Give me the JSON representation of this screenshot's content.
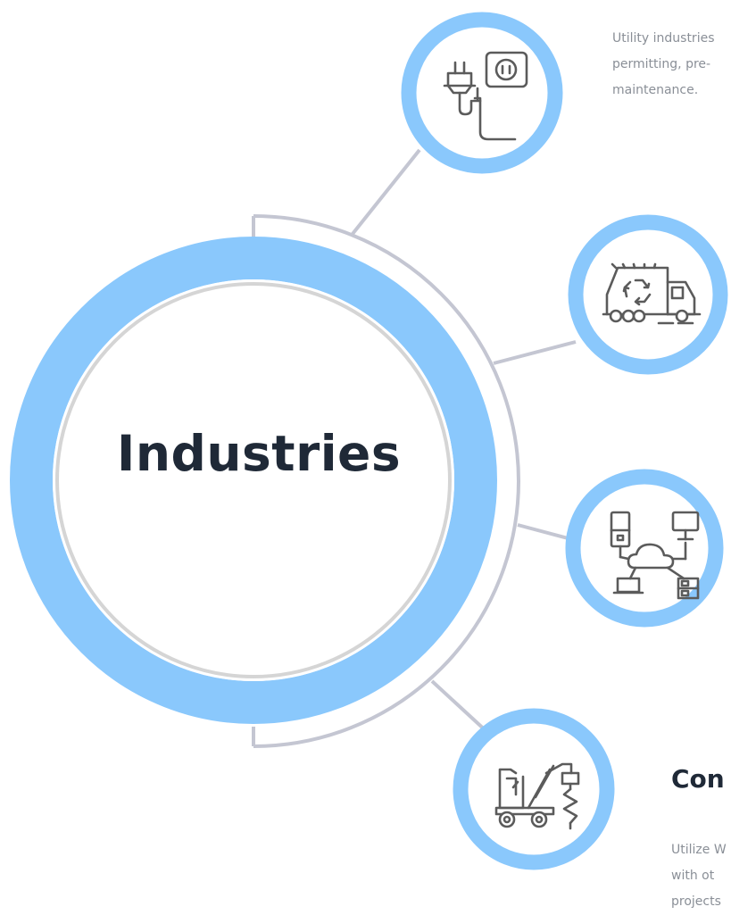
{
  "center": {
    "title": "Industries"
  },
  "nodes": [
    {
      "name": "utilities",
      "icon": "plug-and-socket-icon"
    },
    {
      "name": "waste-management",
      "icon": "recycling-truck-icon"
    },
    {
      "name": "network-infrastructure",
      "icon": "cloud-network-icon"
    },
    {
      "name": "construction",
      "icon": "drilling-rig-icon"
    }
  ],
  "sections": {
    "top": {
      "description_lines": [
        "Utility industries",
        "permitting, pre-",
        "maintenance."
      ]
    },
    "bottom": {
      "heading": "Con",
      "description_lines": [
        "Utilize W",
        "with ot",
        "projects"
      ]
    }
  },
  "colors": {
    "accent_blue": "#8ac8fc",
    "connector_gray": "#c4c6d2",
    "inner_ring_gray": "#d5d5d5",
    "icon_gray": "#5b5b5b",
    "title_dark": "#1f2937",
    "body_text": "#8a8f97"
  }
}
